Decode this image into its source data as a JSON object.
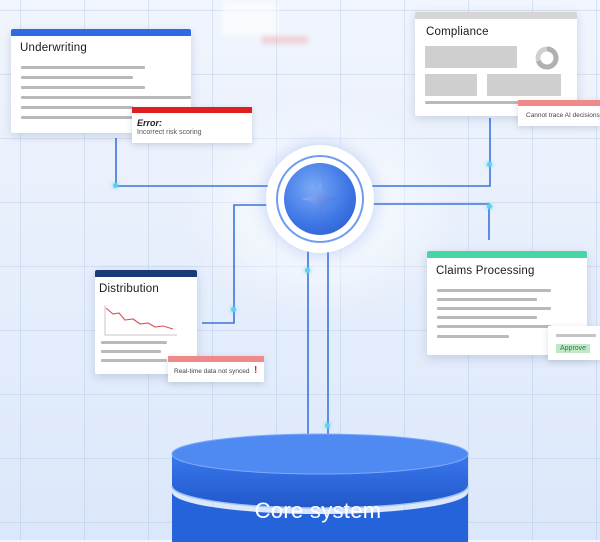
{
  "colors": {
    "wire": "#3d74d8",
    "node_dot": "#5bd0f0",
    "underwriting_bar": "#2f6be0",
    "compliance_bar": "#d6d6d6",
    "distribution_bar": "#1b3a78",
    "claims_bar": "#45d6a4",
    "error_bar": "#e01e1e",
    "warning_bar": "#f08a8a",
    "approve_badge": "#bfe8c8",
    "database": "#2f6be0"
  },
  "icons": {
    "hub": "sparkle-star-icon",
    "distribution_chart": "declining-line-chart-icon",
    "compliance_chart": "donut-chart-icon",
    "warning": "exclamation-icon"
  },
  "cards": {
    "underwriting": {
      "title": "Underwriting"
    },
    "compliance": {
      "title": "Compliance"
    },
    "distribution": {
      "title": "Distribution"
    },
    "claims": {
      "title": "Claims Processing"
    }
  },
  "alerts": {
    "error": {
      "heading": "Error:",
      "message": "Incorrect risk scoring"
    },
    "compliance_warning": {
      "message": "Cannot trace AI decisions"
    },
    "distribution_warning": {
      "message": "Real-time data not synced",
      "mark": "!"
    }
  },
  "badges": {
    "approve": "Approve"
  },
  "core": {
    "label": "Core system"
  }
}
